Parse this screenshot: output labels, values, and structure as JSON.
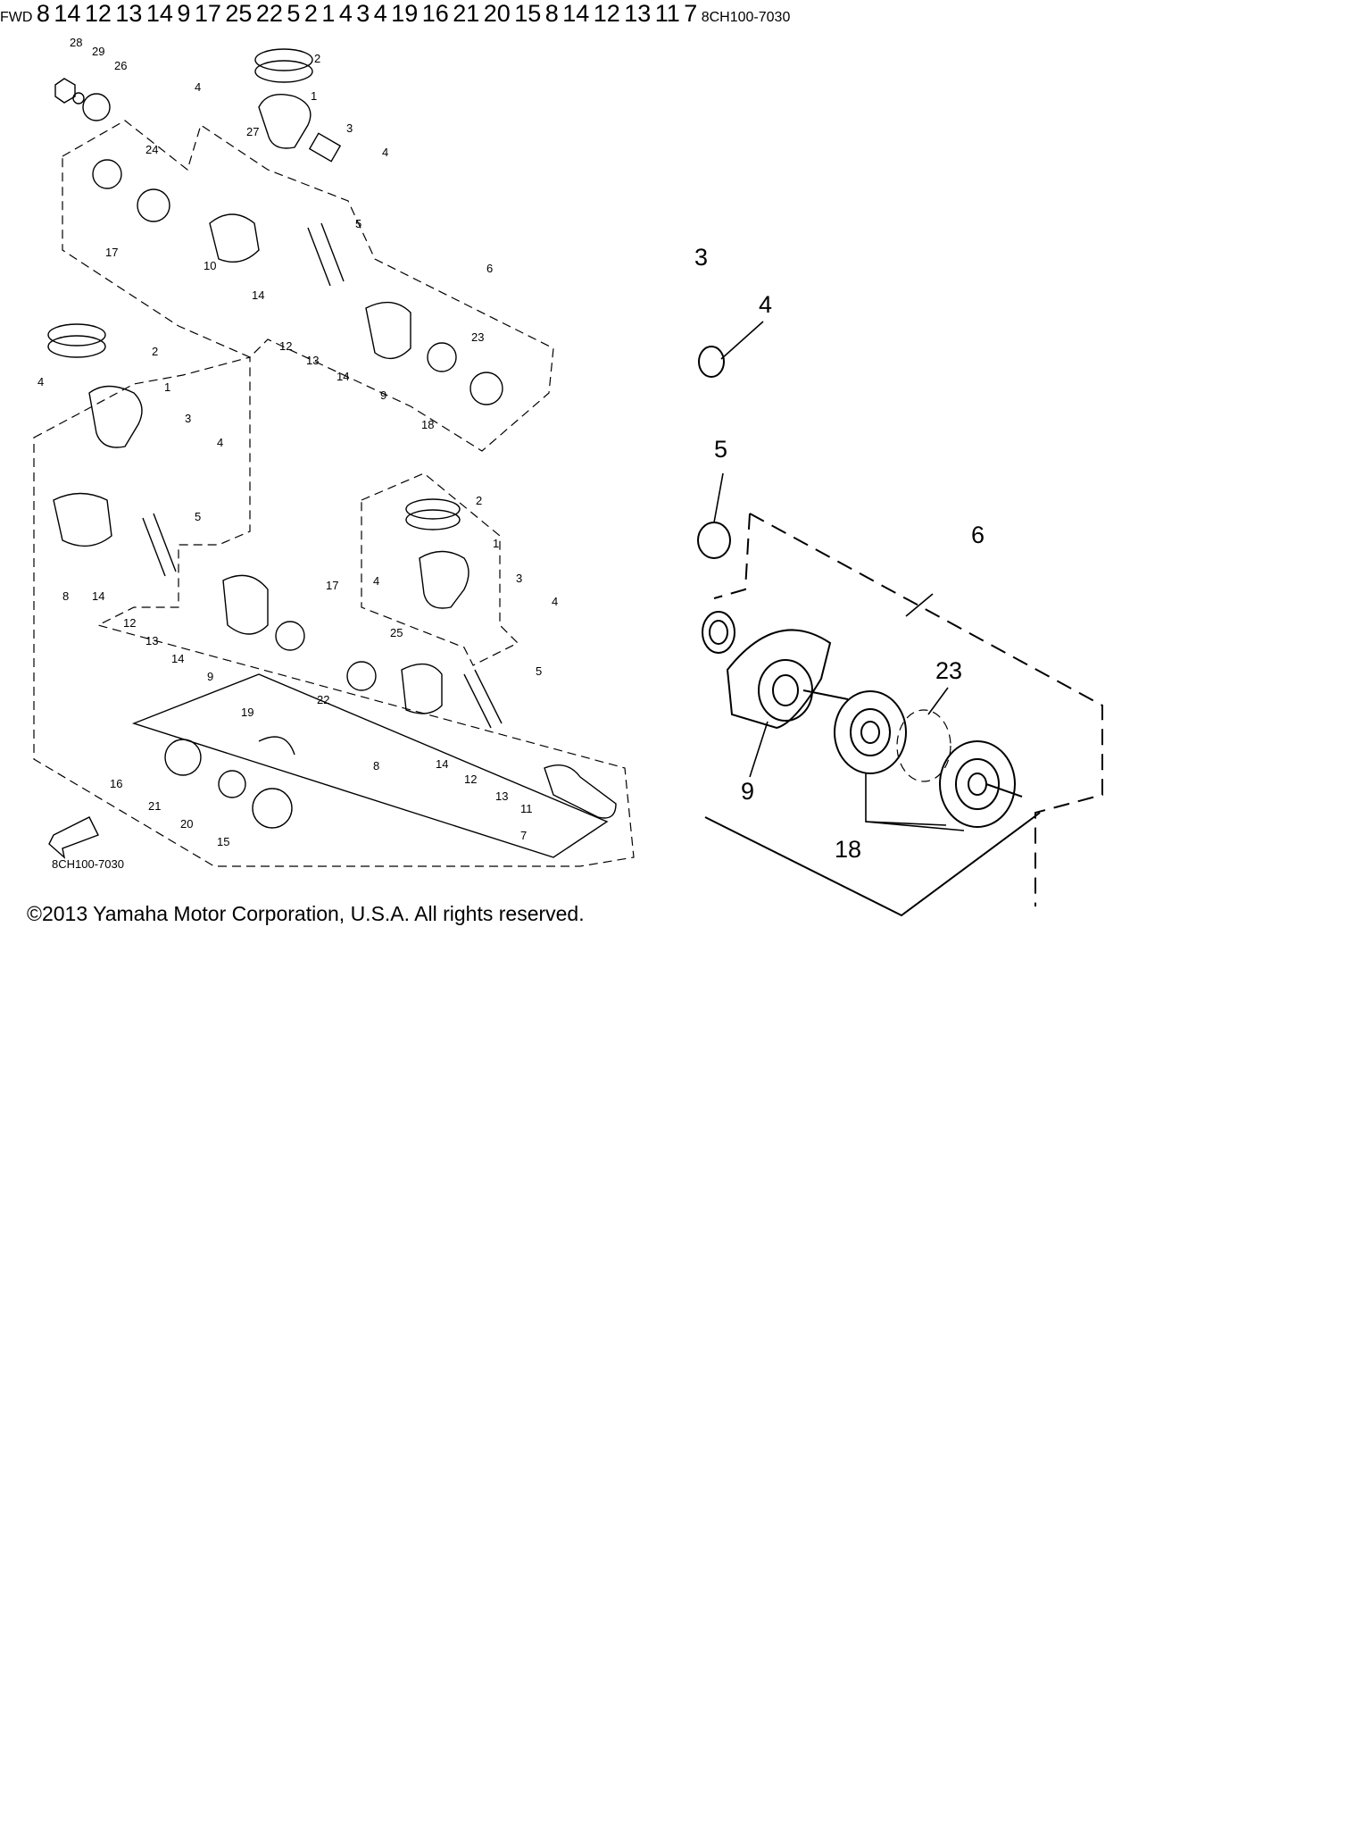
{
  "copyright": "©2013 Yamaha Motor Corporation, U.S.A. All rights reserved.",
  "fwd_label": "FWD",
  "diagram_code": "8CH100-7030",
  "callouts": {
    "n1": "1",
    "n2": "2",
    "n3": "3",
    "n4": "4",
    "n5": "5",
    "n6": "6",
    "n7": "7",
    "n8": "8",
    "n9": "9",
    "n10": "10",
    "n11": "11",
    "n12": "12",
    "n13": "13",
    "n14": "14",
    "n15": "15",
    "n16": "16",
    "n17": "17",
    "n18": "18",
    "n19": "19",
    "n20": "20",
    "n21": "21",
    "n22": "22",
    "n23": "23",
    "n24": "24",
    "n25": "25",
    "n26": "26",
    "n27": "27",
    "n28": "28",
    "n29": "29"
  },
  "partial_labels": {
    "crop_3": "3",
    "crop_17": "17"
  }
}
